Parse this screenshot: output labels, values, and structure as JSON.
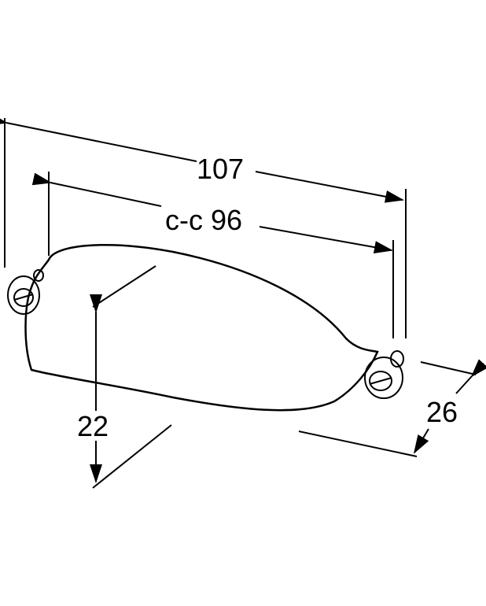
{
  "dimensions": {
    "overall_length": "107",
    "center_to_center": "c-c 96",
    "height": "22",
    "depth": "26"
  }
}
